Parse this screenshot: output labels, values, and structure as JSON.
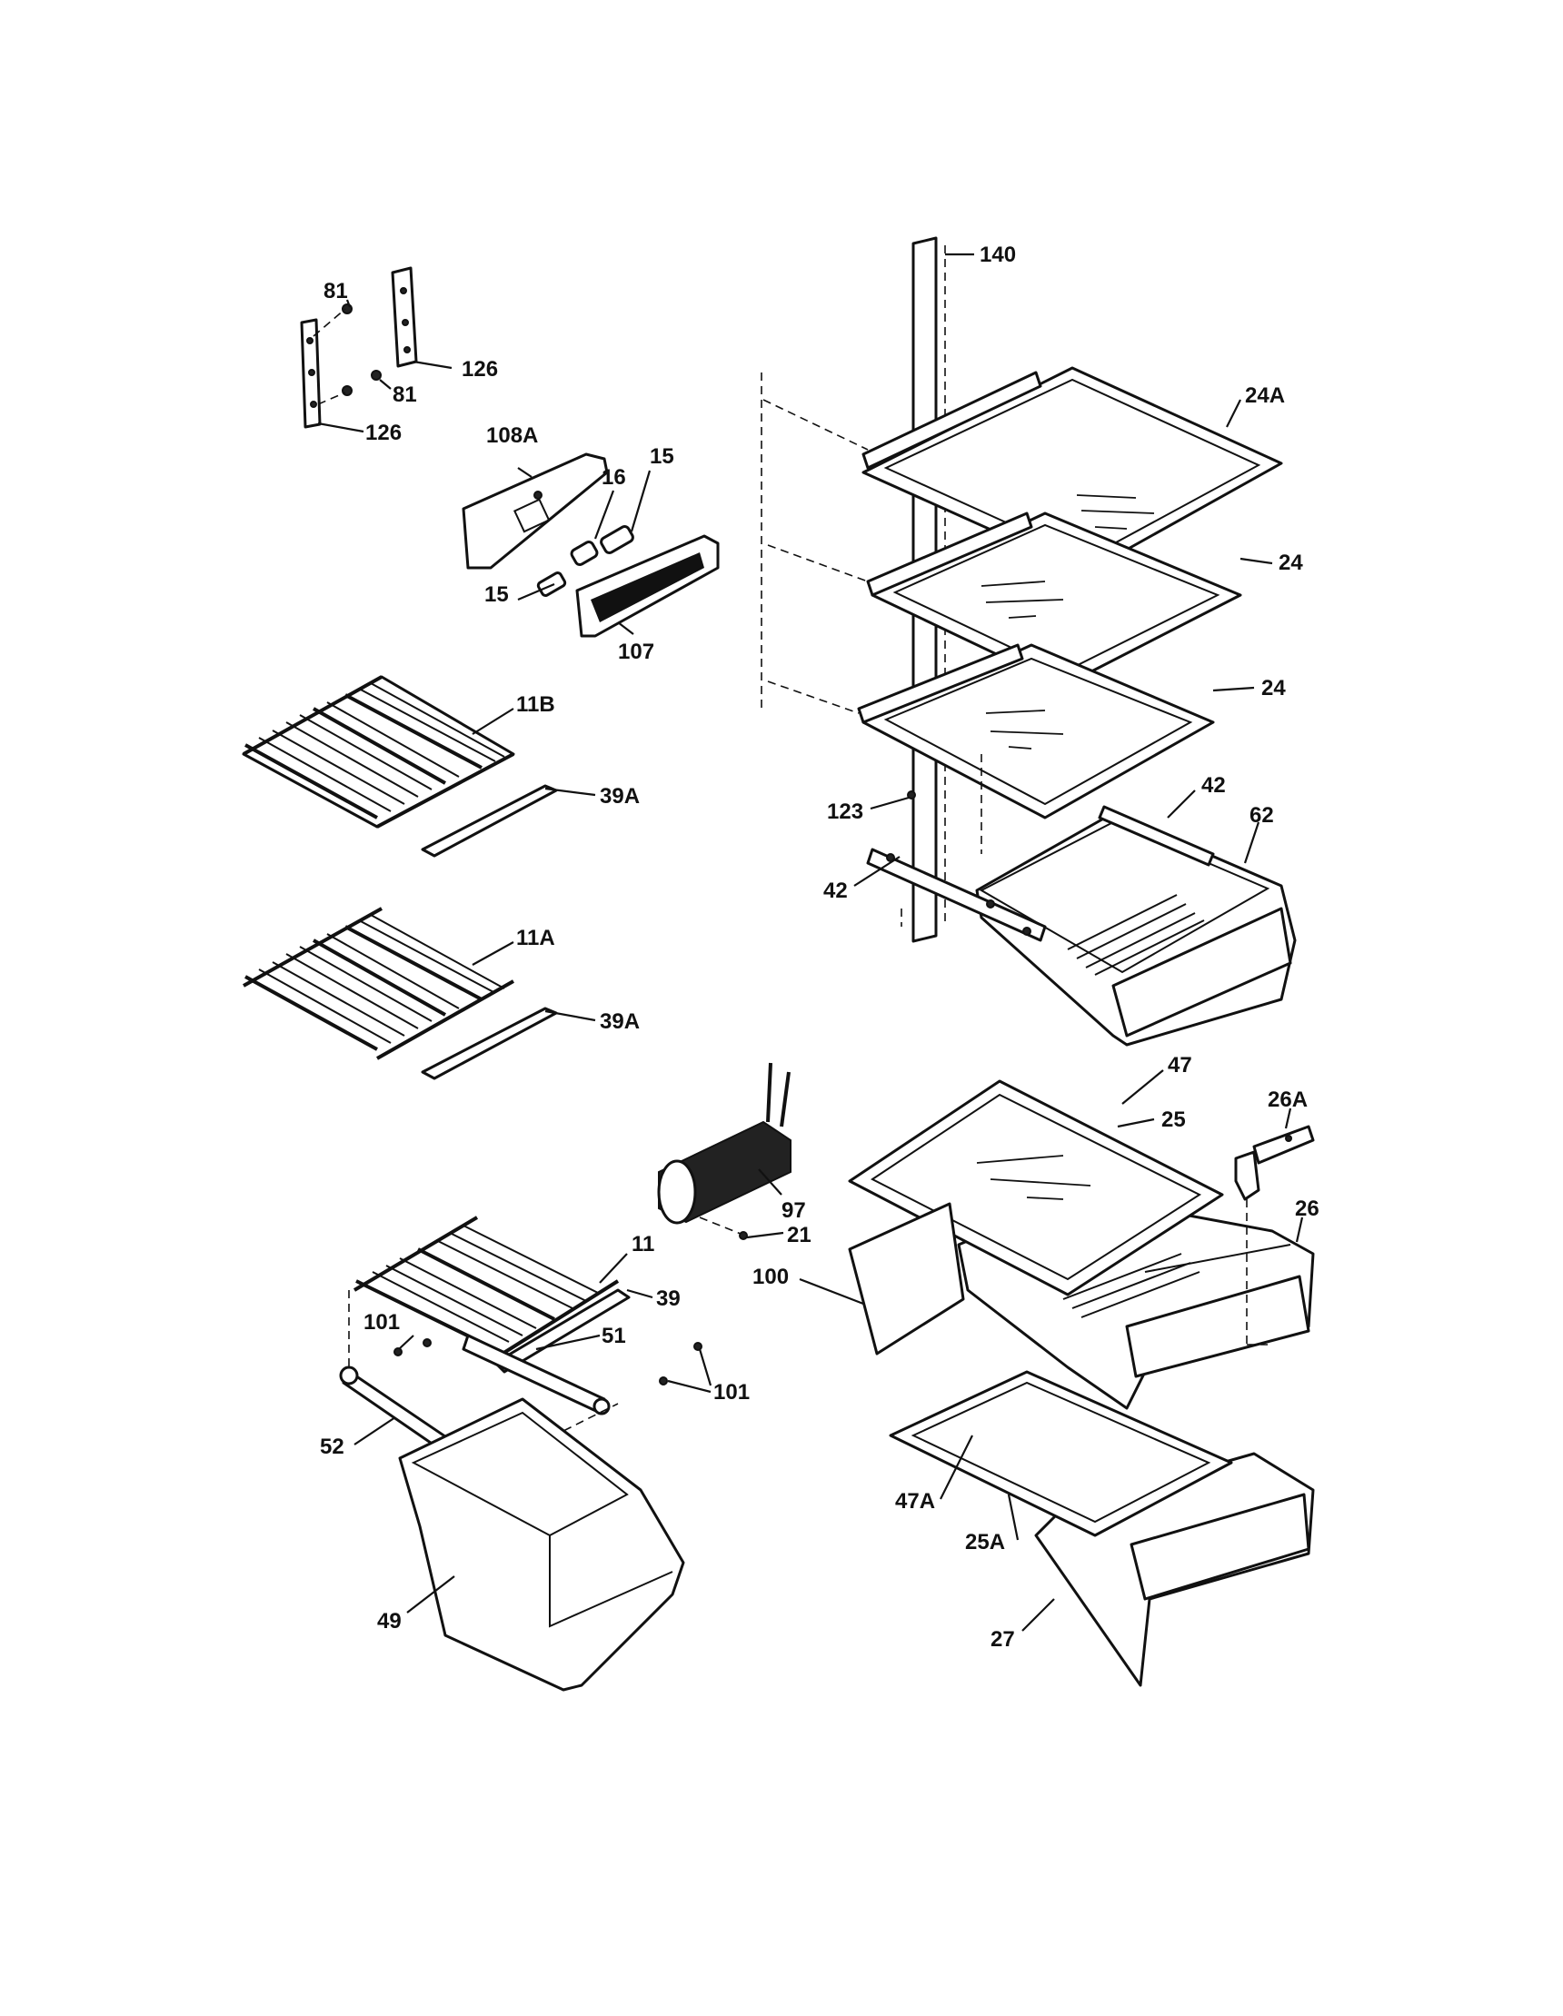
{
  "diagram": {
    "callouts": {
      "c140": "140",
      "c81a": "81",
      "c81b": "81",
      "c126a": "126",
      "c126b": "126",
      "c108a": "108A",
      "c16": "16",
      "c15a": "15",
      "c15b": "15",
      "c107": "107",
      "c24a": "24A",
      "c24b": "24",
      "c24c": "24",
      "c11b": "11B",
      "c39a1": "39A",
      "c123": "123",
      "c42a": "42",
      "c62": "62",
      "c42b": "42",
      "c11a": "11A",
      "c39a2": "39A",
      "c47": "47",
      "c26a": "26A",
      "c25": "25",
      "c97": "97",
      "c26": "26",
      "c21": "21",
      "c11": "11",
      "c100": "100",
      "c39": "39",
      "c101a": "101",
      "c51": "51",
      "c101b": "101",
      "c52": "52",
      "c47a": "47A",
      "c25a": "25A",
      "c49": "49",
      "c27": "27"
    }
  }
}
